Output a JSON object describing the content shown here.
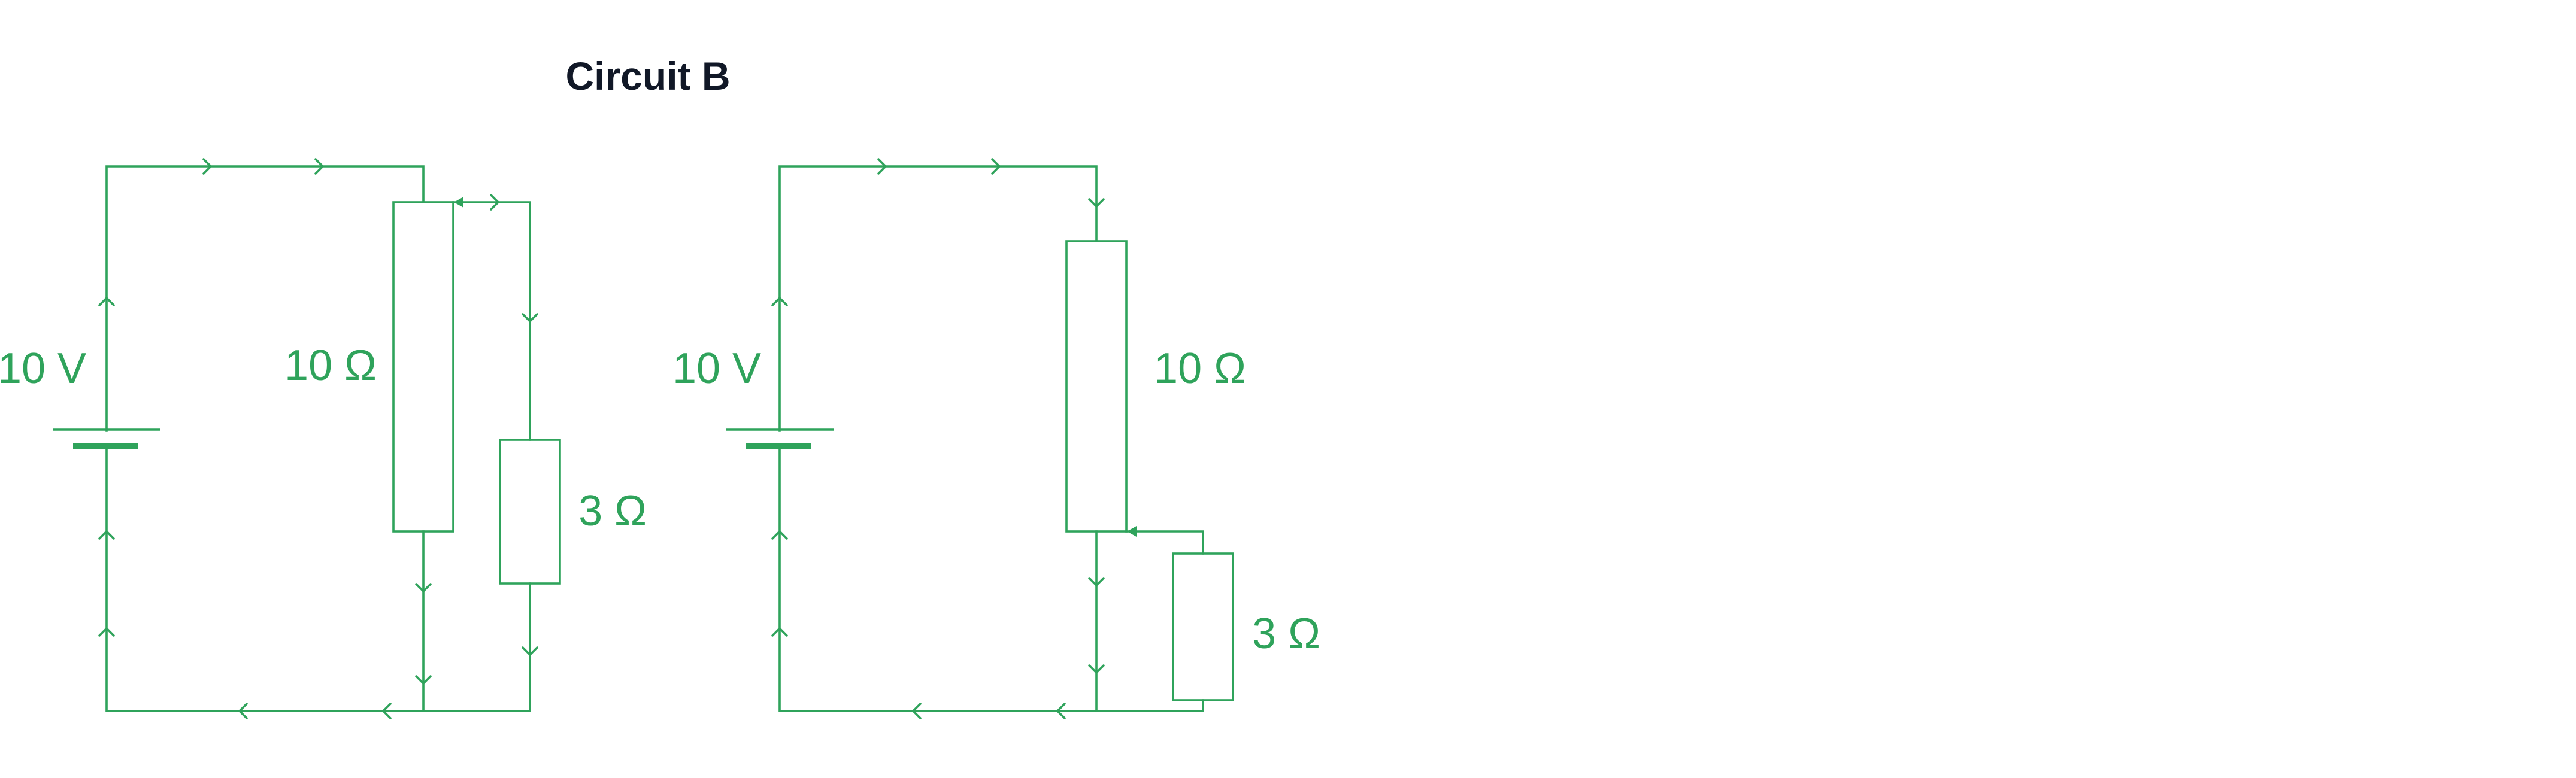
{
  "title": "Circuit B",
  "colors": {
    "circuit": "#2fa35b",
    "title": "#111827",
    "background": "#ffffff"
  },
  "circuits": [
    {
      "battery_label": "10 V",
      "resistor_main_label": "10 Ω",
      "resistor_small_label": "3 Ω"
    },
    {
      "battery_label": "10 V",
      "resistor_main_label": "10 Ω",
      "resistor_small_label": "3 Ω"
    }
  ]
}
